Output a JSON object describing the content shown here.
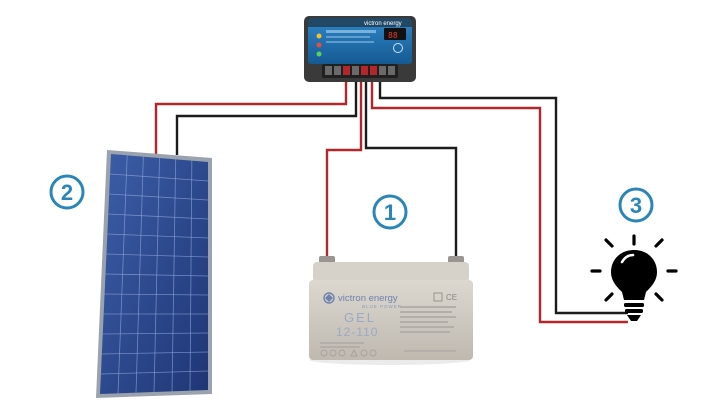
{
  "markers": {
    "battery": "1",
    "panel": "2",
    "load": "3"
  },
  "battery": {
    "brand": "victron energy",
    "tagline": "BLUE POWER",
    "type": "GEL",
    "model": "12-110"
  },
  "controller": {
    "brand": "victron energy"
  },
  "icons": {
    "bulb": "light-bulb-icon",
    "logo": "victron-logo-icon",
    "ce": "ce-mark-icon"
  },
  "colors": {
    "marker": "#2a86b8",
    "wire_red": "#b3262b",
    "wire_black": "#1b1b1b",
    "panel_blue": "#27448a",
    "controller_blue": "#1e6fb0",
    "battery_grey": "#cfcac2",
    "battery_text": "#8898b8"
  }
}
